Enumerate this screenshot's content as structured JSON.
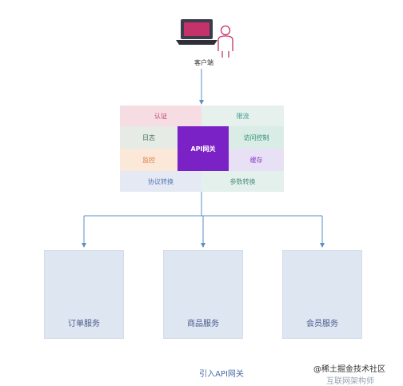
{
  "client": {
    "label": "客户端"
  },
  "gateway": {
    "center": "API网关",
    "cells": {
      "auth": "认证",
      "rate_limit": "限流",
      "logging": "日志",
      "access_control": "访问控制",
      "monitor": "监控",
      "cache": "缓存",
      "protocol": "协议转换",
      "param": "参数转换"
    }
  },
  "services": [
    "订单服务",
    "商品服务",
    "会员服务"
  ],
  "caption": "引入API网关",
  "watermark": {
    "main": "@稀土掘金技术社区",
    "sub": "互联网架构师"
  },
  "colors": {
    "center": "#7b22c6",
    "connector": "#5b8fc6",
    "service_fill": "#dde6f1",
    "laptop": "#c4326a"
  }
}
